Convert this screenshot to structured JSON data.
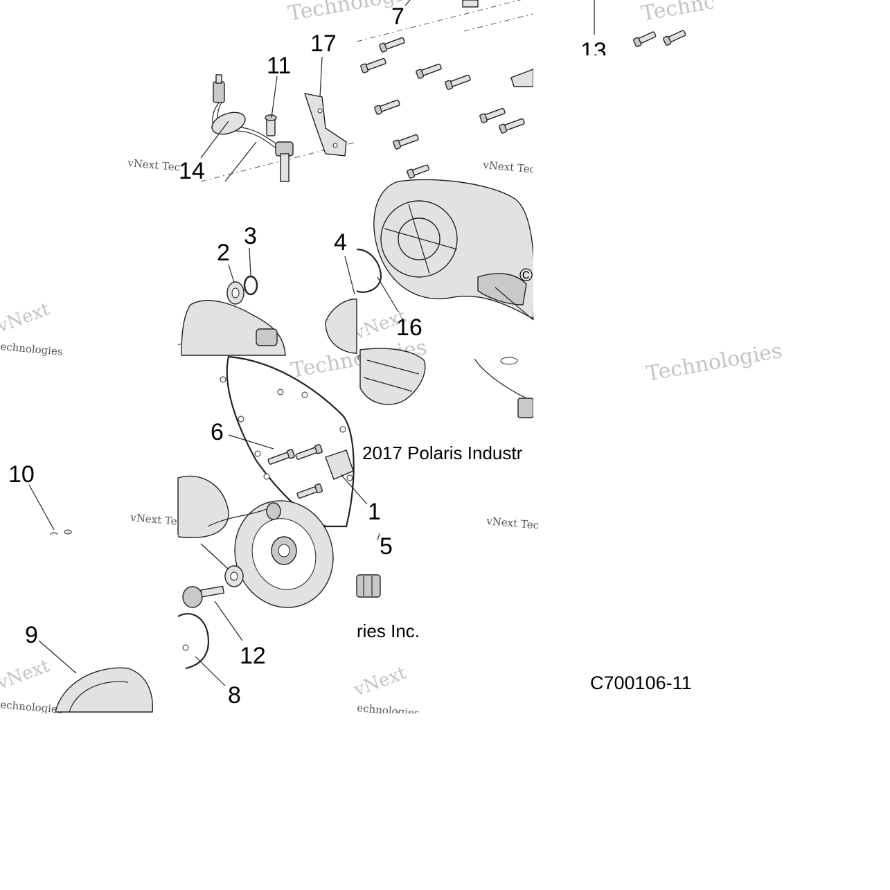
{
  "diagram": {
    "callouts": [
      {
        "id": "1",
        "label": "1"
      },
      {
        "id": "2",
        "label": "2"
      },
      {
        "id": "3",
        "label": "3"
      },
      {
        "id": "4",
        "label": "4"
      },
      {
        "id": "5",
        "label": "5"
      },
      {
        "id": "6",
        "label": "6"
      },
      {
        "id": "7",
        "label": "7"
      },
      {
        "id": "8",
        "label": "8"
      },
      {
        "id": "9",
        "label": "9"
      },
      {
        "id": "10",
        "label": "10"
      },
      {
        "id": "11",
        "label": "11"
      },
      {
        "id": "12",
        "label": "12"
      },
      {
        "id": "13",
        "label": "13"
      },
      {
        "id": "14",
        "label": "14"
      },
      {
        "id": "16",
        "label": "16"
      },
      {
        "id": "17",
        "label": "17"
      }
    ],
    "copyright_fragment_1": "2017 Polaris Industr",
    "copyright_fragment_2": "ries Inc.",
    "copyright_symbol": "©",
    "part_code": "C700106-11",
    "watermarks": {
      "technologies": "Technologies",
      "vnext_tec": "vNext Tec",
      "technologies_lower": "echnologies",
      "vnext": "vNext"
    }
  }
}
